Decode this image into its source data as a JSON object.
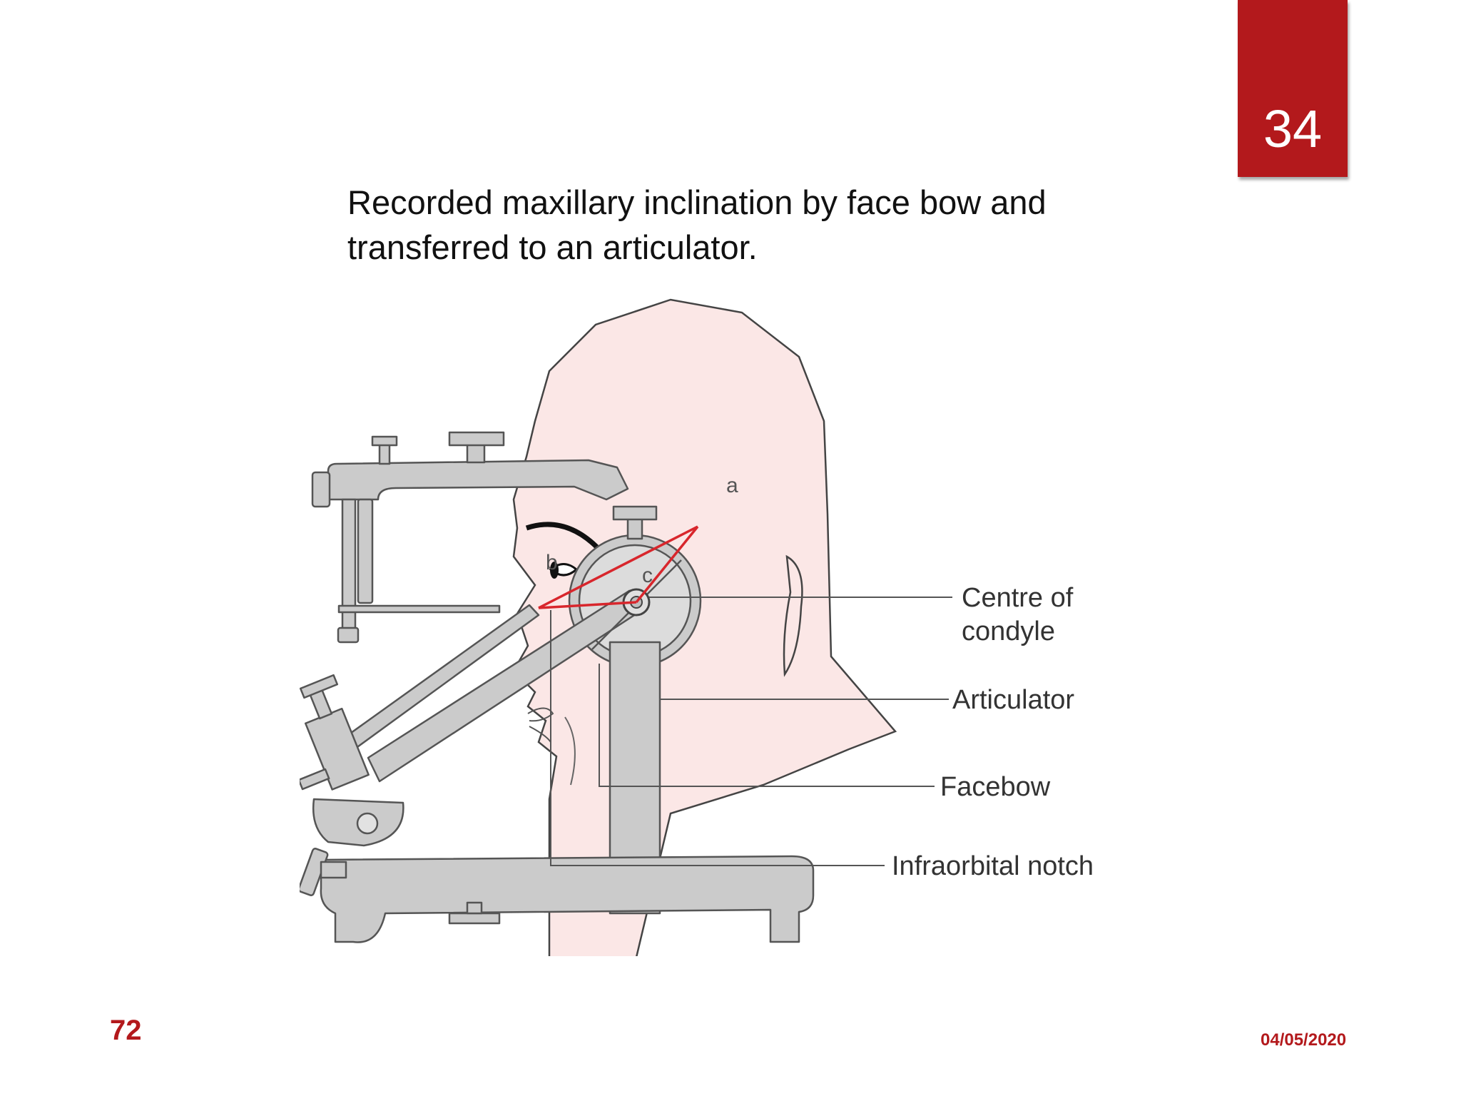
{
  "slide": {
    "badge_number": "34",
    "caption_line1": "Recorded maxillary inclination by face bow and",
    "caption_line2": "transferred to an articulator.",
    "page_number": "72",
    "date": "04/05/2020"
  },
  "figure": {
    "labels": {
      "centre_line1": "Centre of",
      "centre_line2": "condyle",
      "articulator": "Articulator",
      "facebow": "Facebow",
      "infraorbital": "Infraorbital notch"
    },
    "points": {
      "a": "a",
      "b": "b",
      "c": "c"
    },
    "colors": {
      "accent": "#b3191c",
      "head_fill": "#fbe7e6",
      "device_fill": "#cbcbcb",
      "device_stroke": "#555555",
      "triangle": "#d8262c"
    }
  }
}
